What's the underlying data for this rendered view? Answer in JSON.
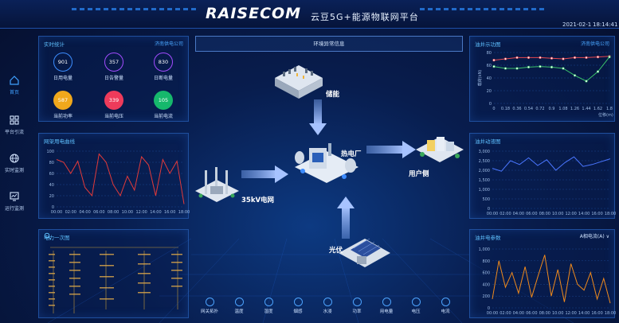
{
  "header": {
    "brand": "RAISECOM",
    "subtitle": "云豆5G+能源物联网平台",
    "date": "2021-02-1",
    "time": "18:14:41"
  },
  "nav": [
    {
      "label": "首页",
      "icon": "home-icon"
    },
    {
      "label": "平台引流",
      "icon": "grid-icon"
    },
    {
      "label": "实时监测",
      "icon": "globe-icon"
    },
    {
      "label": "运行监测",
      "icon": "monitor-icon"
    }
  ],
  "realtime": {
    "title": "实时统计",
    "company": "济南供电公司",
    "stats": [
      {
        "value": "901",
        "label": "日用电量",
        "color": "#3c8dff"
      },
      {
        "value": "357",
        "label": "日告警量",
        "color": "#a24cff"
      },
      {
        "value": "830",
        "label": "日断电量",
        "color": "#a24cff"
      },
      {
        "value": "587",
        "label": "当前功率",
        "color": "#f0a81c"
      },
      {
        "value": "339",
        "label": "当前电压",
        "color": "#ee3b5b"
      },
      {
        "value": "105",
        "label": "当前电流",
        "color": "#16b86c"
      }
    ]
  },
  "alarm": {
    "text": "环境异常信息"
  },
  "diagram": {
    "storage": "储能",
    "plant": "热电厂",
    "user_side": "用户侧",
    "grid": "35kV电网",
    "solar": "光伏"
  },
  "bottom_nav": [
    "网关拓扑",
    "温度",
    "湿度",
    "烟感",
    "水浸",
    "功率",
    "用电量",
    "电压",
    "电流"
  ],
  "chart_data": [
    {
      "id": "load-curve",
      "type": "line",
      "title": "网架用电曲线",
      "x": [
        "00:00",
        "02:00",
        "04:00",
        "06:00",
        "08:00",
        "10:00",
        "12:00",
        "14:00",
        "16:00",
        "18:00"
      ],
      "values": [
        85,
        80,
        60,
        82,
        35,
        20,
        95,
        80,
        40,
        20,
        55,
        30,
        90,
        75,
        20,
        85,
        60,
        82,
        5
      ],
      "ylim": [
        0,
        100
      ],
      "yticks": [
        "0",
        "20",
        "40",
        "60",
        "80",
        "100"
      ],
      "color": "#e23a3a"
    },
    {
      "id": "shaft-indicator",
      "type": "line",
      "title": "油井示功图",
      "company": "济南供电公司",
      "xlabel": "位移(m)",
      "ylabel": "载荷(kN)",
      "x": [
        "0",
        "0.18",
        "0.36",
        "0.54",
        "0.72",
        "0.9",
        "1.08",
        "1.26",
        "1.44",
        "1.62",
        "1.8"
      ],
      "series": [
        {
          "values": [
            68,
            70,
            72,
            72,
            72,
            71,
            70,
            72,
            72,
            73,
            74
          ],
          "color": "#e8474f"
        },
        {
          "values": [
            58,
            55,
            55,
            57,
            58,
            57,
            55,
            44,
            35,
            50,
            73
          ],
          "color": "#3ac26b"
        }
      ],
      "ylim": [
        0,
        80
      ],
      "yticks": [
        "0",
        "20",
        "40",
        "60",
        "80"
      ]
    },
    {
      "id": "shaft-dynamic",
      "type": "line",
      "title": "油井动液图",
      "x": [
        "00:00",
        "02:00",
        "04:00",
        "06:00",
        "08:00",
        "10:00",
        "12:00",
        "14:00",
        "16:00",
        "18:00"
      ],
      "values": [
        2100,
        1950,
        2500,
        2300,
        2650,
        2250,
        2550,
        2000,
        2400,
        2700,
        2200,
        2300,
        2450,
        2600
      ],
      "ylim": [
        0,
        3000
      ],
      "yticks": [
        "0",
        "500",
        "1,000",
        "1,500",
        "2,000",
        "2,500",
        "3,000"
      ],
      "color": "#4a76ff"
    },
    {
      "id": "shaft-params",
      "type": "line",
      "title": "油井电参数",
      "select": "A相电流(A)",
      "x": [
        "00:00",
        "02:00",
        "04:00",
        "06:00",
        "08:00",
        "10:00",
        "12:00",
        "14:00",
        "16:00",
        "18:00"
      ],
      "values": [
        150,
        800,
        350,
        600,
        250,
        700,
        180,
        550,
        900,
        200,
        650,
        100,
        750,
        400,
        300,
        600,
        150,
        500,
        80
      ],
      "ylim": [
        0,
        1000
      ],
      "yticks": [
        "0",
        "200",
        "400",
        "600",
        "800",
        "1,000"
      ],
      "color": "#f08a1c"
    }
  ],
  "oneline": {
    "title": "电力一次图"
  }
}
